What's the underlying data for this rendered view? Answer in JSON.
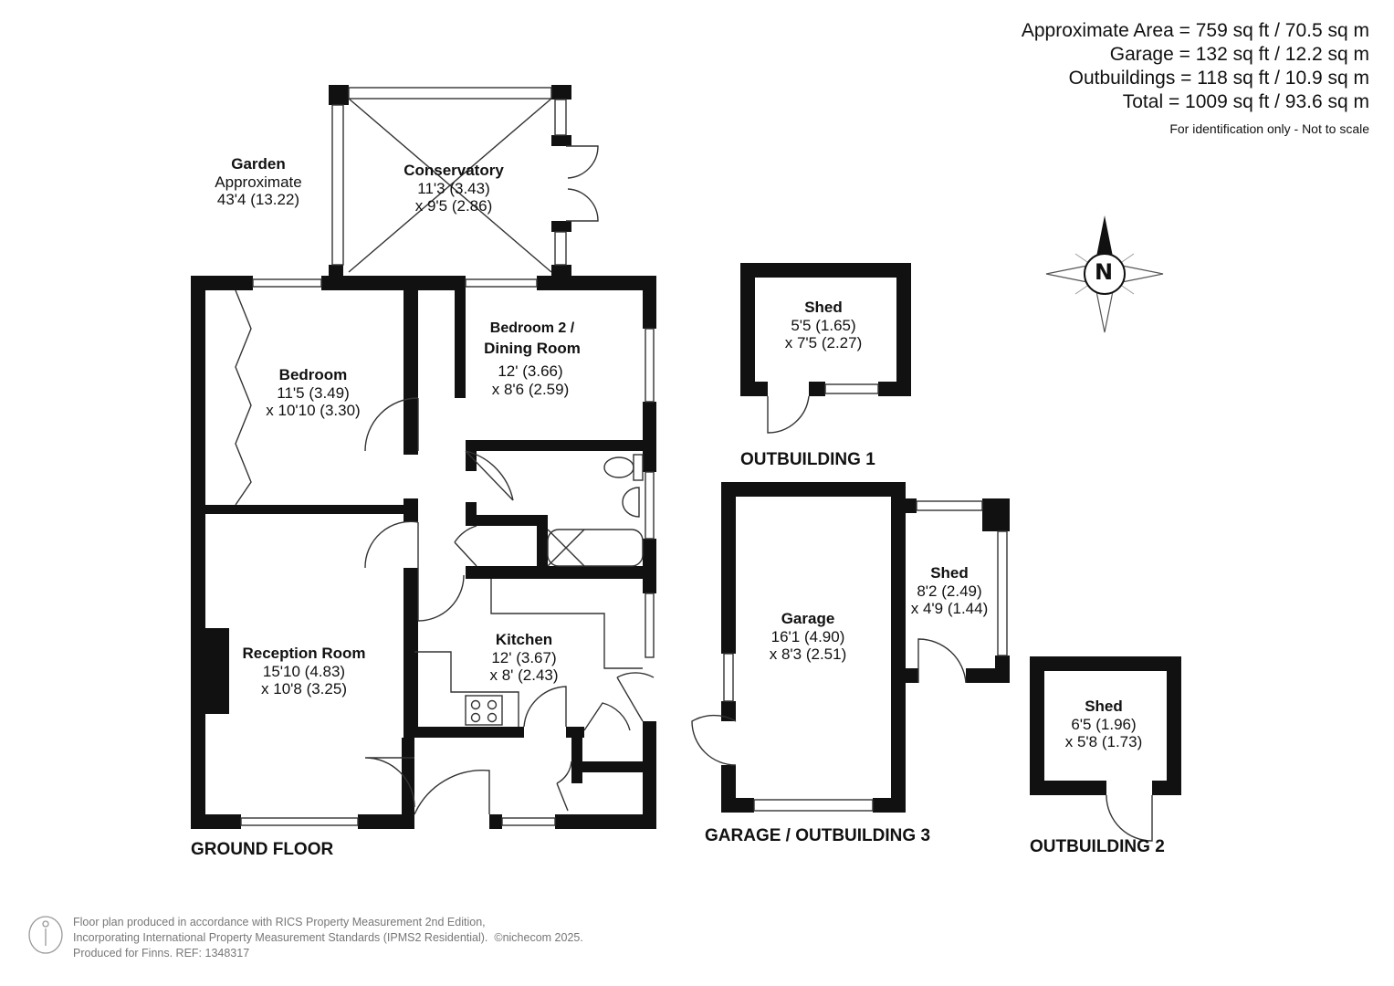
{
  "areas": {
    "approximate": "Approximate Area = 759 sq ft / 70.5 sq m",
    "garage": "Garage = 132 sq ft / 12.2 sq m",
    "outbuildings": "Outbuildings = 118 sq ft / 10.9 sq m",
    "total": "Total = 1009 sq ft / 93.6 sq m",
    "note": "For identification only - Not to scale"
  },
  "compass": {
    "label": "N",
    "icon": "compass-rose-icon"
  },
  "rooms": {
    "garden": {
      "name": "Garden",
      "line1": "Approximate",
      "line2": "43'4 (13.22)"
    },
    "conservatory": {
      "name": "Conservatory",
      "line1": "11'3 (3.43)",
      "line2": "x 9'5 (2.86)"
    },
    "bedroom": {
      "name": "Bedroom",
      "line1": "11'5 (3.49)",
      "line2": "x 10'10 (3.30)"
    },
    "bedroom2": {
      "name1": "Bedroom 2 /",
      "name2": "Dining Room",
      "line1": "12' (3.66)",
      "line2": "x 8'6 (2.59)"
    },
    "reception": {
      "name": "Reception Room",
      "line1": "15'10 (4.83)",
      "line2": "x 10'8 (3.25)"
    },
    "kitchen": {
      "name": "Kitchen",
      "line1": "12' (3.67)",
      "line2": "x 8' (2.43)"
    },
    "shed1": {
      "name": "Shed",
      "line1": "5'5 (1.65)",
      "line2": "x 7'5 (2.27)"
    },
    "garage": {
      "name": "Garage",
      "line1": "16'1 (4.90)",
      "line2": "x 8'3 (2.51)"
    },
    "shed3": {
      "name": "Shed",
      "line1": "8'2 (2.49)",
      "line2": "x 4'9 (1.44)"
    },
    "shed2": {
      "name": "Shed",
      "line1": "6'5 (1.96)",
      "line2": "x 5'8 (1.73)"
    }
  },
  "floors": {
    "ground": "GROUND FLOOR",
    "outbuilding1": "OUTBUILDING 1",
    "garage": "GARAGE / OUTBUILDING 3",
    "outbuilding2": "OUTBUILDING 2"
  },
  "footer": {
    "line1": "Floor plan produced in accordance with RICS Property Measurement 2nd Edition,",
    "line2": "Incorporating International Property Measurement Standards (IPMS2 Residential).",
    "copyright": "©nichecom 2025.",
    "line3": "Produced for Finns.   REF: 1348317"
  },
  "colors": {
    "wall": "#111111",
    "line": "#333333",
    "footer_text": "#777777"
  }
}
